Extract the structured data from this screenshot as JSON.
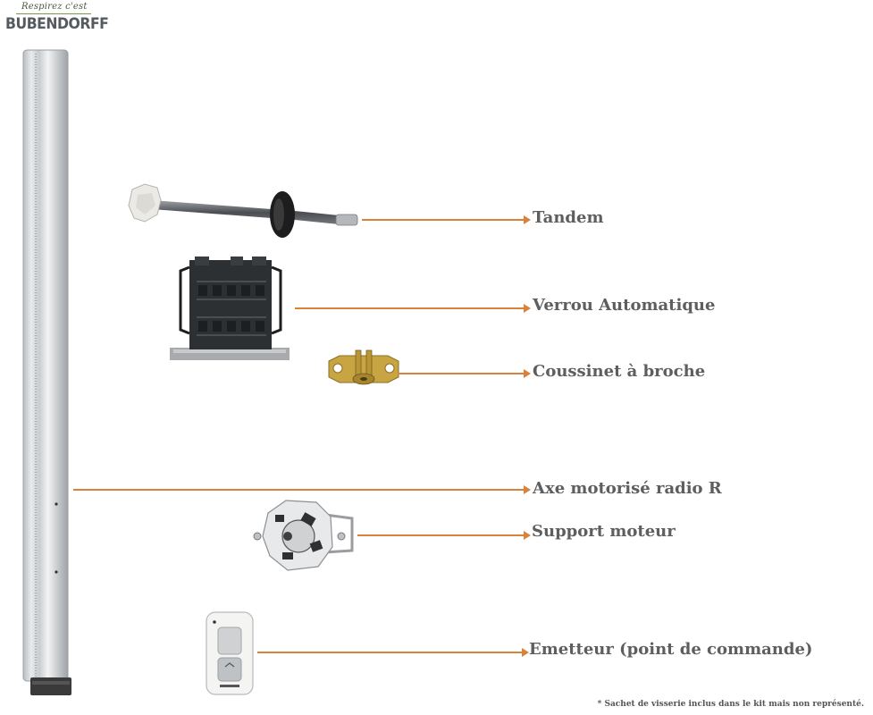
{
  "logo": {
    "tagline": "Respirez c'est",
    "brand": "BUBENDORFF"
  },
  "colors": {
    "arrow": "#d8823a",
    "label_text": "#5e5e5e"
  },
  "components": [
    {
      "label": "Tandem",
      "icon": "tandem-shaft-icon"
    },
    {
      "label": "Verrou Automatique",
      "icon": "automatic-lock-icon"
    },
    {
      "label": "Coussinet à broche",
      "icon": "pin-bearing-icon"
    },
    {
      "label": "Axe motorisé radio R",
      "icon": "motorized-tube-icon"
    },
    {
      "label": "Support moteur",
      "icon": "motor-bracket-icon"
    },
    {
      "label": "Emetteur (point de commande)",
      "icon": "remote-transmitter-icon"
    }
  ],
  "footnote": "* Sachet de visserie inclus dans le kit mais non représenté."
}
